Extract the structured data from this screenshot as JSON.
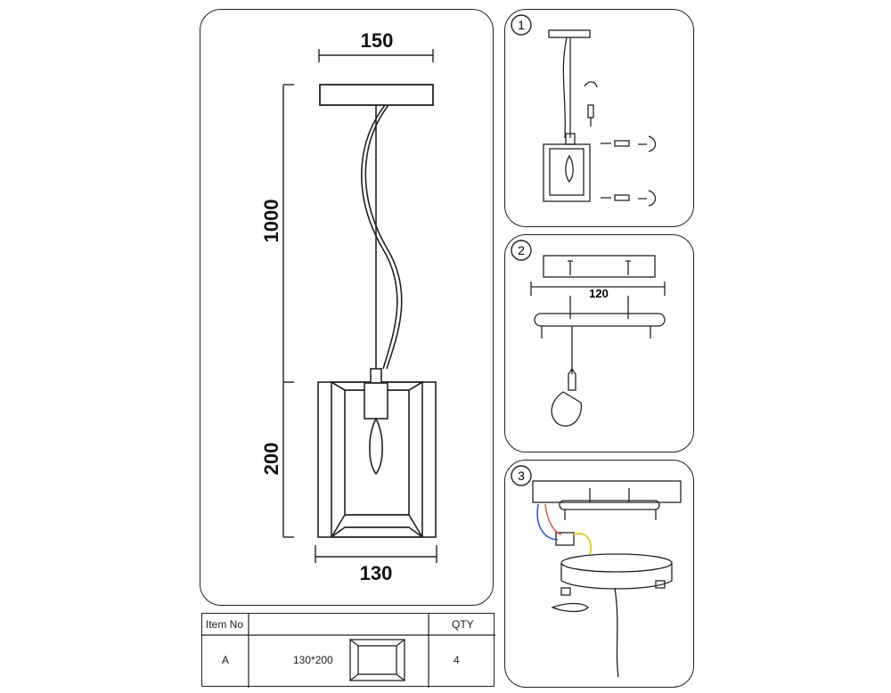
{
  "main_drawing": {
    "dim_top": "150",
    "dim_height_total": "1000",
    "dim_height_shade": "200",
    "dim_bottom": "130"
  },
  "steps": {
    "step1": "1",
    "step2": "2",
    "step3": "3",
    "step2_dim": "120"
  },
  "parts_table": {
    "header_item": "Item No",
    "header_qty": "QTY",
    "row_item": "A",
    "row_size": "130*200",
    "row_qty": "4"
  }
}
